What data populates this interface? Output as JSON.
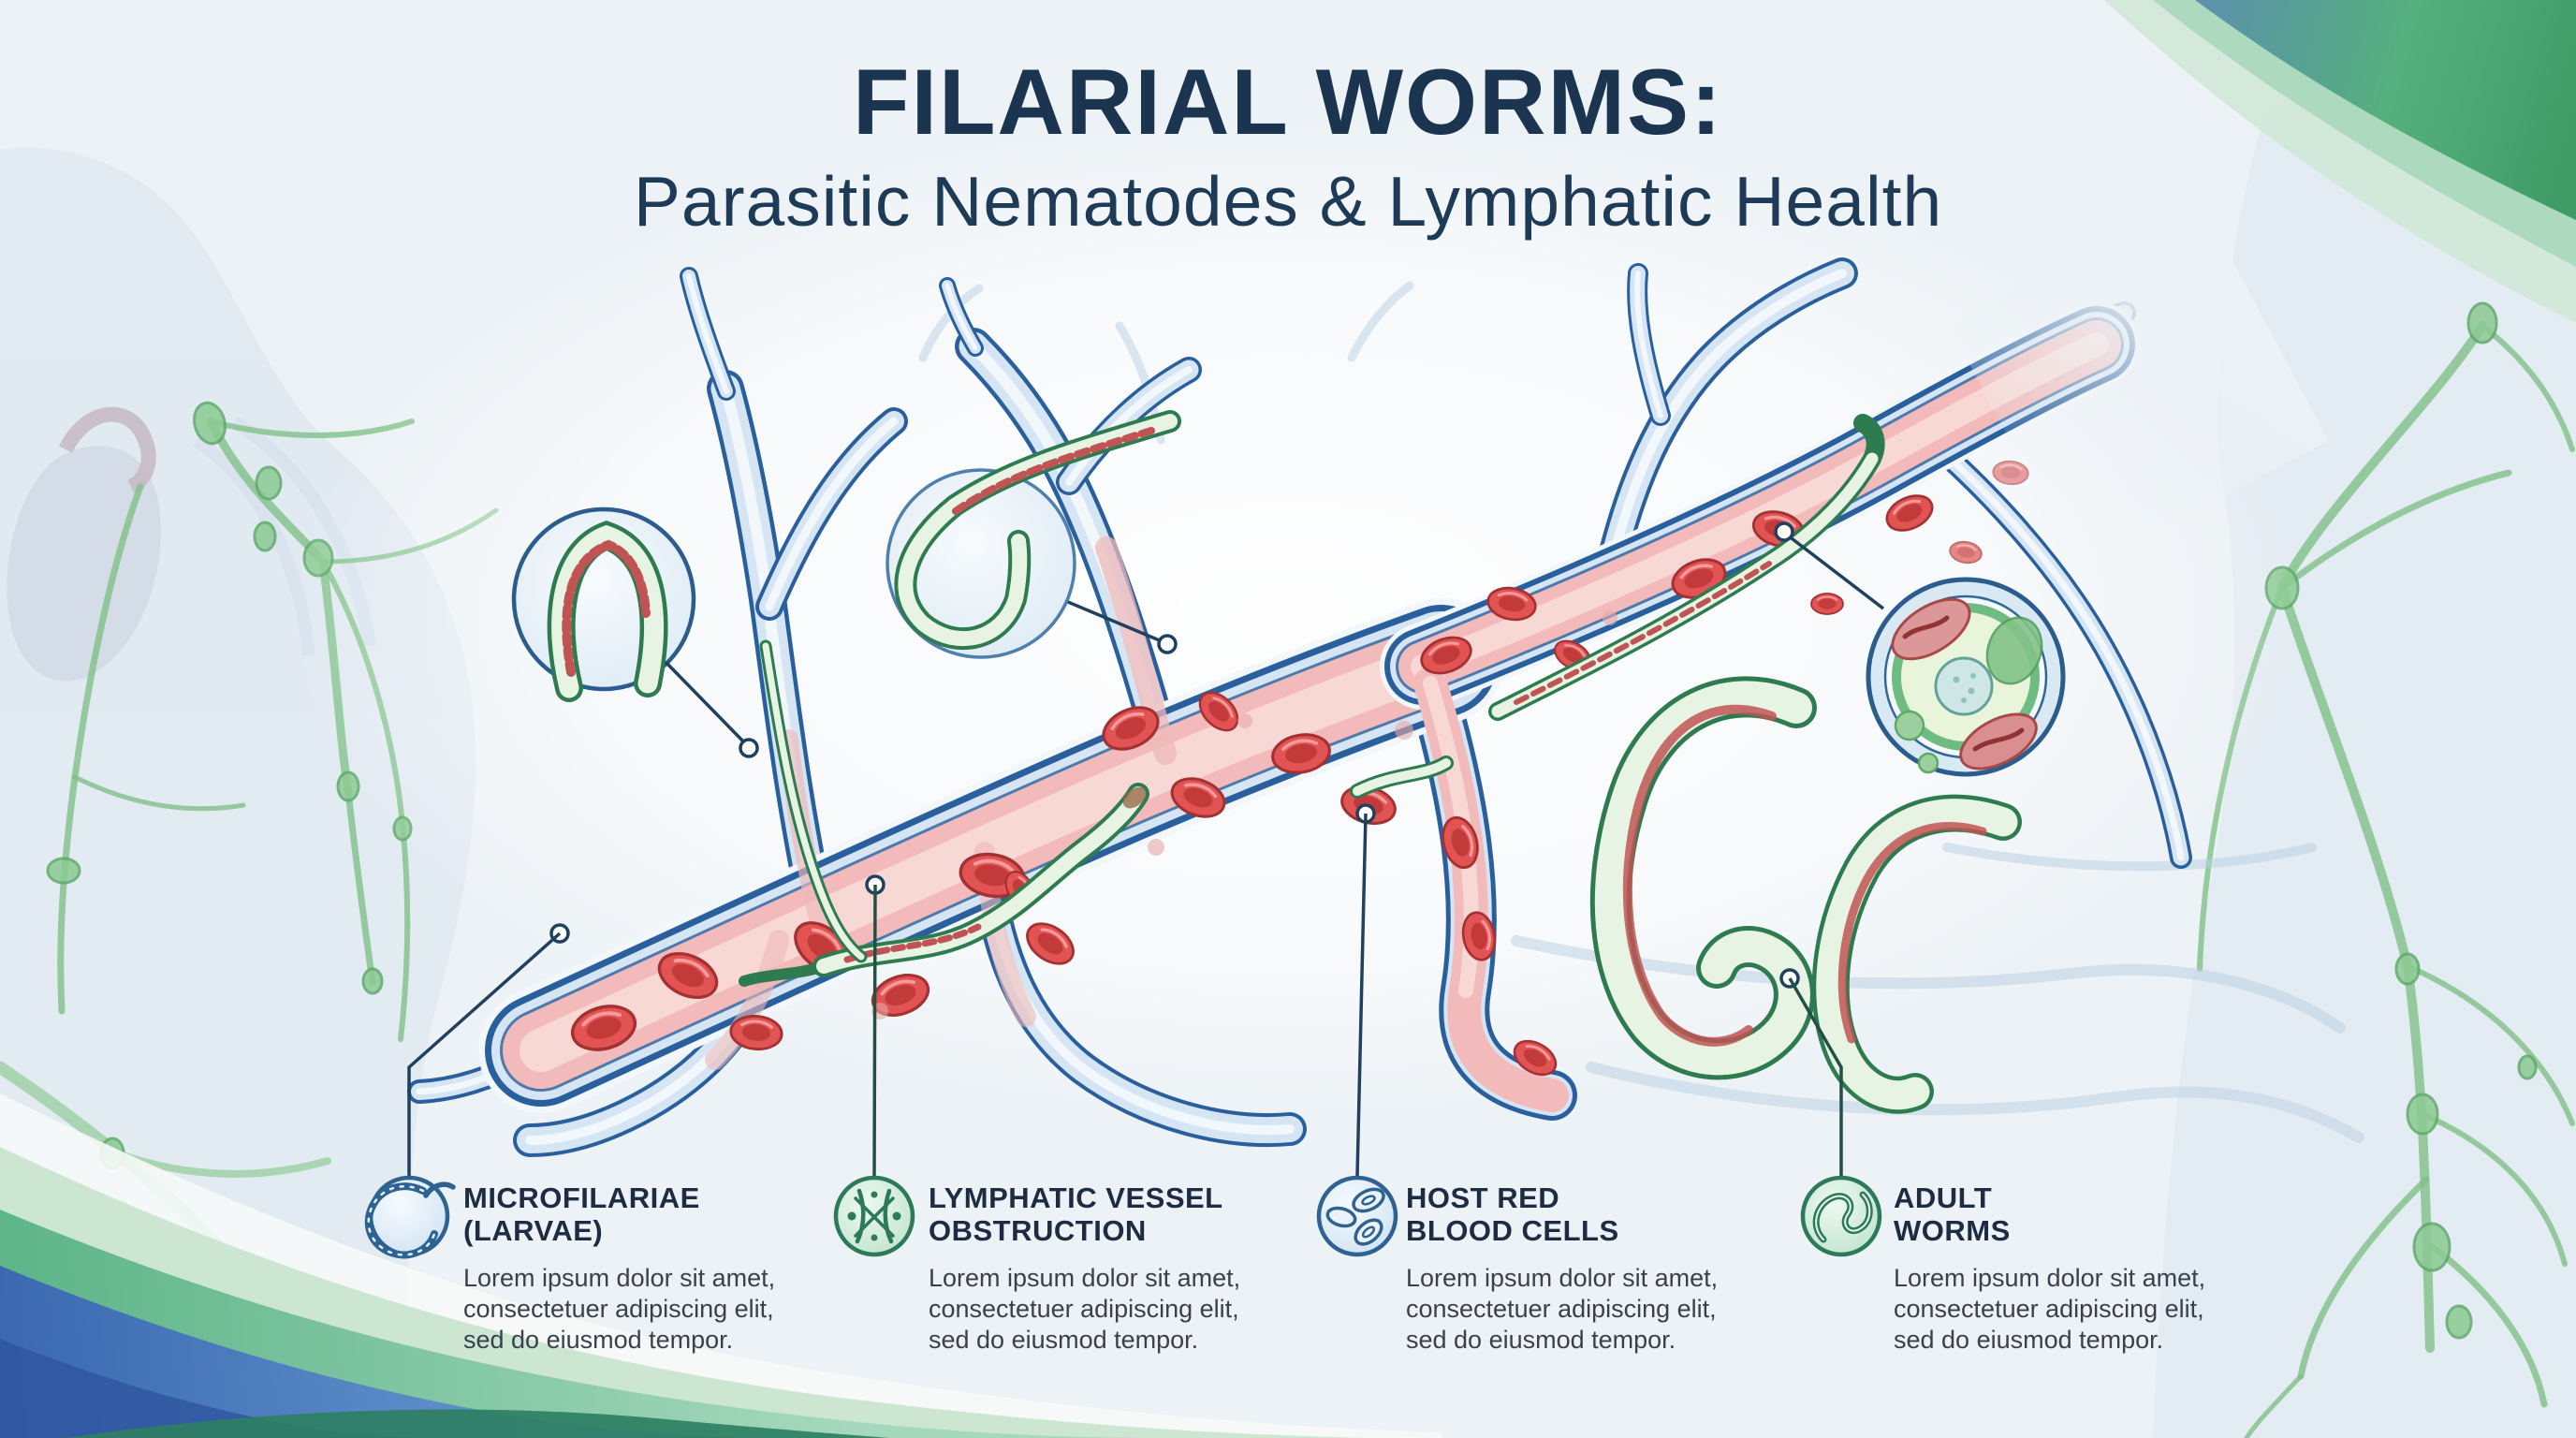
{
  "title": {
    "line1": "FILARIAL WORMS:",
    "line2": "Parasitic Nematodes & Lymphatic Health"
  },
  "items": [
    {
      "heading_line1": "MICROFILARIAE",
      "heading_line2": "(LARVAE)",
      "body_line1": "Lorem ipsum dolor sit amet,",
      "body_line2": "consectetuer adipiscing elit,",
      "body_line3": "sed do  eiusmod tempor.",
      "icon": "larvae-icon",
      "accent": "#2d6292"
    },
    {
      "heading_line1": "LYMPHATIC VESSEL",
      "heading_line2": "OBSTRUCTION",
      "body_line1": "Lorem ipsum dolor sit amet,",
      "body_line2": "consectetuer adipiscing elit,",
      "body_line3": "sed do  eiusmod tempor.",
      "icon": "vessel-obstruction-icon",
      "accent": "#2c7a58"
    },
    {
      "heading_line1": "HOST RED",
      "heading_line2": "BLOOD CELLS",
      "body_line1": "Lorem ipsum dolor sit amet,",
      "body_line2": "consectetuer adipiscing elit,",
      "body_line3": "sed do  eiusmod tempor.",
      "icon": "red-blood-cells-icon",
      "accent": "#2d6292"
    },
    {
      "heading_line1": "ADULT",
      "heading_line2": "WORMS",
      "body_line1": "Lorem ipsum dolor sit amet,",
      "body_line2": "consectetuer adipiscing elit,",
      "body_line3": "sed do  eiusmod tempor.",
      "icon": "adult-worms-icon",
      "accent": "#2c7a58"
    }
  ],
  "colors": {
    "title_navy": "#1b3550",
    "accent_blue": "#2d6292",
    "accent_green": "#2c7a58",
    "vessel_outline": "#2a5f9e",
    "vessel_fill": "#f2baba",
    "worm_green": "#2e7b50",
    "cell_red": "#e25353",
    "wave_blue": "#3a67b0",
    "wave_green": "#55b07e",
    "background": "#edf2f6"
  }
}
